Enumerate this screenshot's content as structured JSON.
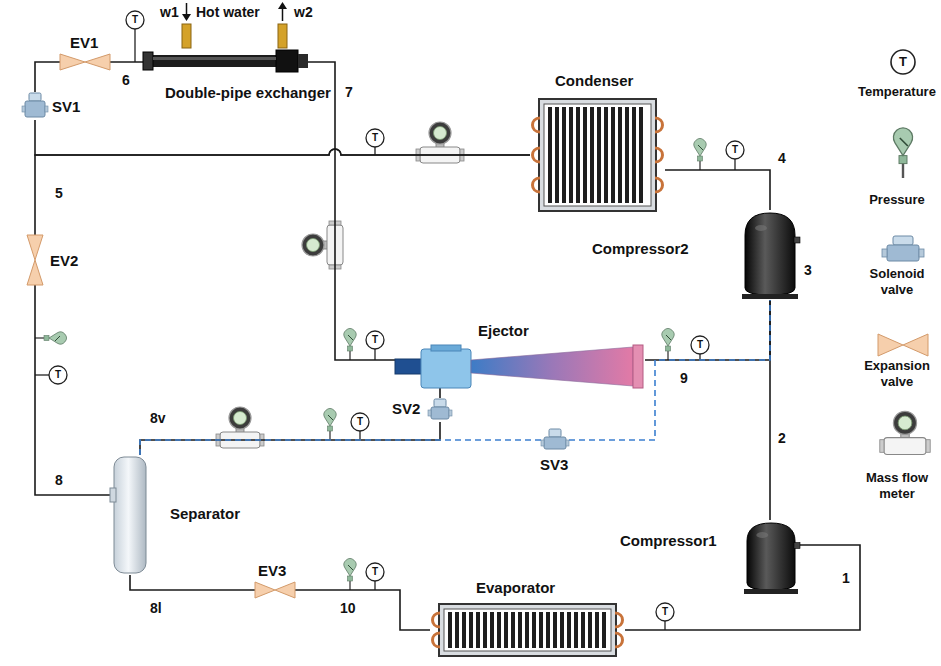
{
  "diagram": {
    "nodes": [
      {
        "text": [
          "Double-pipe exchanger"
        ]
      },
      {
        "text": [
          "EV1"
        ]
      },
      {
        "text": [
          "SV1"
        ]
      },
      {
        "text": [
          "Condenser"
        ]
      },
      {
        "text": [
          "Compressor2"
        ]
      },
      {
        "text": [
          "EV2"
        ]
      },
      {
        "text": [
          "Ejector"
        ]
      },
      {
        "text": [
          "SV2"
        ]
      },
      {
        "text": [
          "SV3"
        ]
      },
      {
        "text": [
          "Separator"
        ]
      },
      {
        "text": [
          "EV3"
        ]
      },
      {
        "text": [
          "Evaporator"
        ]
      },
      {
        "text": [
          "Compressor1"
        ]
      }
    ],
    "edges": [
      {
        "from": 12,
        "to": 4,
        "arrow": "none"
      },
      {
        "from": 6,
        "to": 4,
        "arrow": "none"
      },
      {
        "from": 4,
        "to": 3,
        "arrow": "none"
      },
      {
        "from": 3,
        "to": 2,
        "arrow": "none"
      },
      {
        "from": 2,
        "to": 1,
        "arrow": "none"
      },
      {
        "from": 1,
        "to": 0,
        "arrow": "none"
      },
      {
        "from": 0,
        "to": 6,
        "arrow": "none"
      },
      {
        "from": 3,
        "to": 5,
        "arrow": "none"
      },
      {
        "from": 5,
        "to": 9,
        "arrow": "none"
      },
      {
        "from": 9,
        "to": 7,
        "arrow": "none"
      },
      {
        "from": 7,
        "to": 6,
        "arrow": "none"
      },
      {
        "from": 9,
        "to": 8,
        "arrow": "none"
      },
      {
        "from": 8,
        "to": 4,
        "arrow": "none"
      },
      {
        "from": 9,
        "to": 10,
        "arrow": "none"
      },
      {
        "from": 10,
        "to": 11,
        "arrow": "none"
      },
      {
        "from": 11,
        "to": 12,
        "arrow": "none"
      }
    ],
    "labels": [
      "w1",
      "Hot water",
      "w2",
      "1",
      "2",
      "3",
      "4",
      "5",
      "6",
      "7",
      "8",
      "8v",
      "8l",
      "9",
      "10",
      "T",
      "T",
      "T",
      "T",
      "T",
      "T",
      "T",
      "T",
      "T",
      "T"
    ],
    "legend": [
      {
        "text": "Temperature"
      },
      {
        "text": "Pressure"
      },
      {
        "text": "Solenoid valve"
      },
      {
        "text": "Expansion valve"
      },
      {
        "text": "Mass flow meter"
      }
    ]
  }
}
